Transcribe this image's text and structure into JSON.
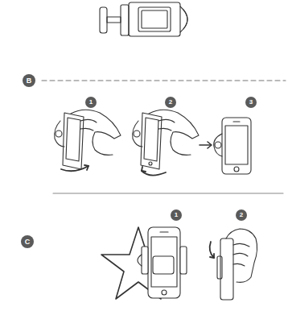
{
  "diagram": {
    "nodes": [
      {
        "text": [
          "B"
        ]
      },
      {
        "text": [
          "1"
        ]
      },
      {
        "text": [
          "2"
        ]
      },
      {
        "text": [
          "3"
        ]
      },
      {
        "text": [
          "C"
        ]
      },
      {
        "text": [
          "1"
        ]
      },
      {
        "text": [
          "2"
        ]
      }
    ]
  }
}
